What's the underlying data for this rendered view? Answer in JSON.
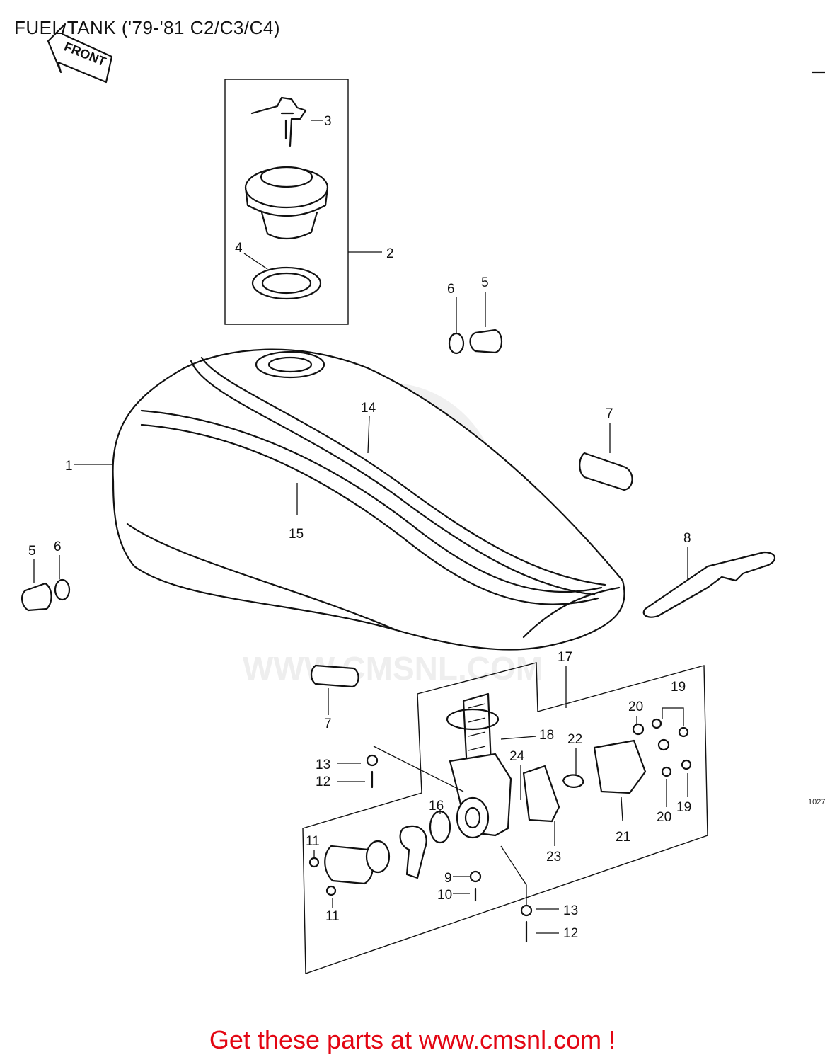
{
  "title": "FUEL TANK ('79-'81 C2/C3/C4)",
  "front_label": "FRONT",
  "watermark": "WWW.CMSNL.COM",
  "drawing_code": "1027",
  "footer": "Get these parts at www.cmsnl.com !",
  "callouts": {
    "c1": "1",
    "c2": "2",
    "c3": "3",
    "c4": "4",
    "c5a": "5",
    "c5b": "5",
    "c6a": "6",
    "c6b": "6",
    "c7a": "7",
    "c7b": "7",
    "c8": "8",
    "c9": "9",
    "c10": "10",
    "c11a": "11",
    "c11b": "11",
    "c12a": "12",
    "c12b": "12",
    "c13a": "13",
    "c13b": "13",
    "c14": "14",
    "c15": "15",
    "c16": "16",
    "c17": "17",
    "c18": "18",
    "c19a": "19",
    "c19b": "19",
    "c20a": "20",
    "c20b": "20",
    "c21": "21",
    "c22": "22",
    "c23": "23",
    "c24": "24"
  }
}
